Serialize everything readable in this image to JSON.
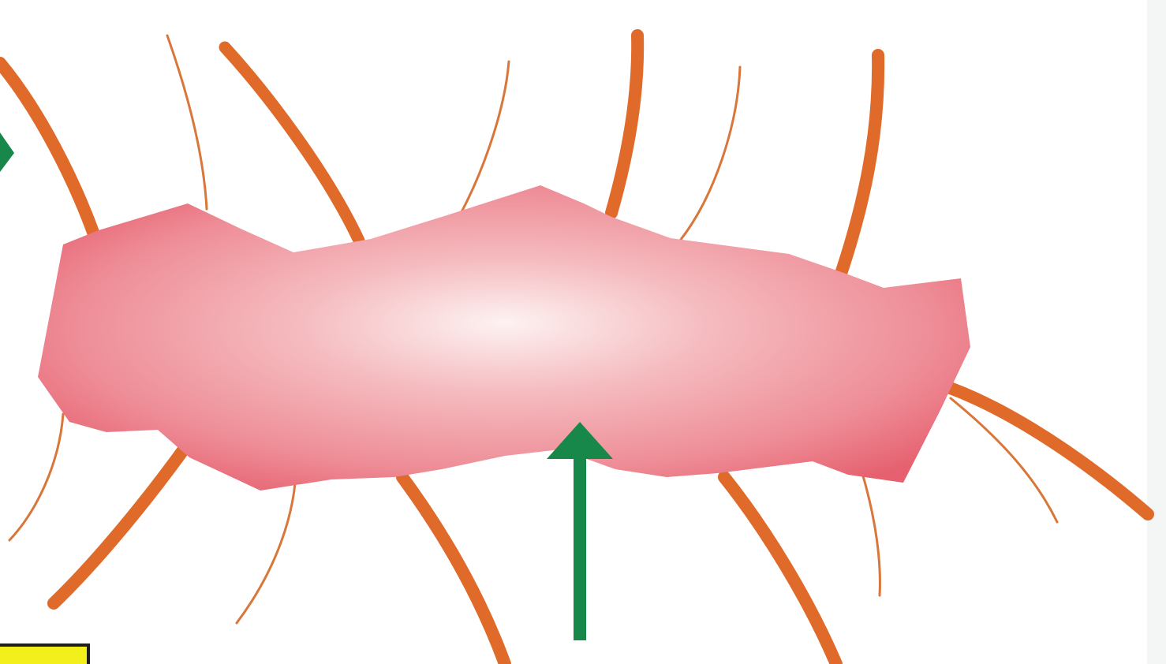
{
  "colors": {
    "background": "#ffffff",
    "cell_body_edge": "#e8606f",
    "cell_body_center": "#fdeaea",
    "flagellum_thick": "#e06a2a",
    "flagellum_thin": "#d9763a",
    "pointer_arrow": "#17884a",
    "label_box_fill": "#f3ef1c",
    "label_box_border": "#1e1e1e"
  },
  "icons": {
    "cell": "rod-bacterium-shape",
    "flagella": "peritrichous-flagella",
    "arrow_bottom": "up-arrow-pointer",
    "arrow_left": "arrowhead-fragment",
    "label": "yellow-label-box-fragment"
  }
}
